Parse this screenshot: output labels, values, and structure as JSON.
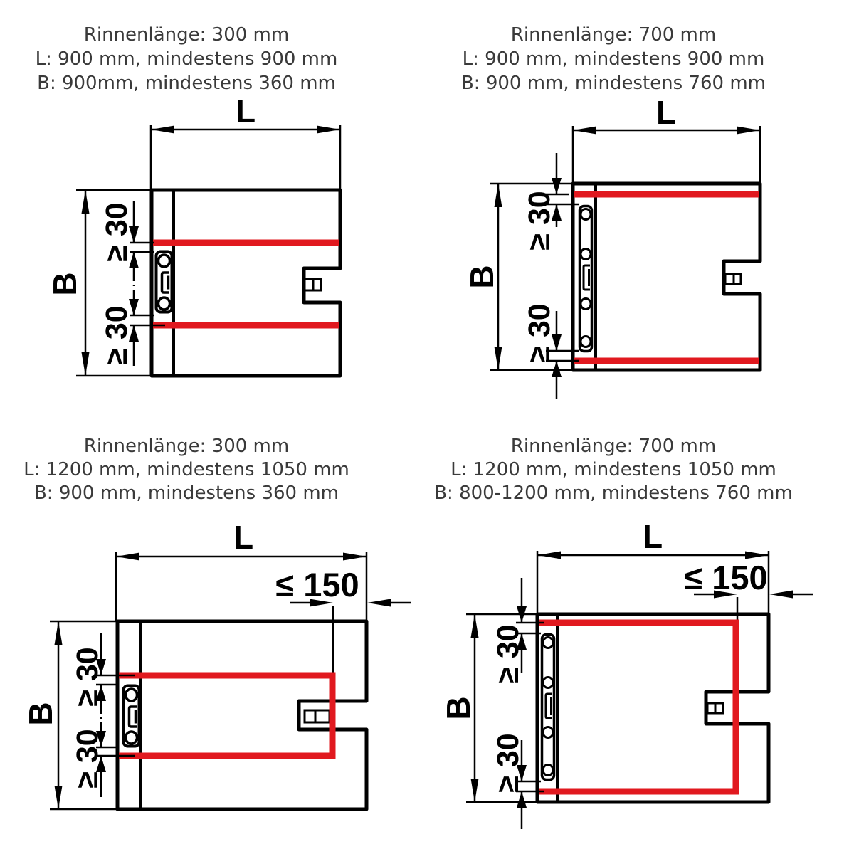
{
  "colors": {
    "line": "#000000",
    "cable_red": "#e1191f",
    "header_text": "#3a3a3a"
  },
  "symbols": {
    "drain_short": "drain-channel-300",
    "drain_long": "drain-channel-700",
    "heating_cable": "heating-cable"
  },
  "quadrants": [
    {
      "name": "top-left",
      "title_lines": [
        "Rinnenlänge: 300 mm",
        "L: 900 mm, mindestens 900 mm",
        "B: 900mm, mindestens 360 mm"
      ],
      "length_label": "L",
      "width_label": "B",
      "clearance_top": "≥ 30",
      "clearance_bottom": "≥ 30"
    },
    {
      "name": "top-right",
      "title_lines": [
        "Rinnenlänge: 700 mm",
        "L: 900 mm, mindestens 900 mm",
        "B: 900 mm, mindestens 760 mm"
      ],
      "length_label": "L",
      "width_label": "B",
      "clearance_top": "≥ 30",
      "clearance_bottom": "≥ 30"
    },
    {
      "name": "bottom-left",
      "title_lines": [
        "Rinnenlänge: 300 mm",
        "L: 1200 mm, mindestens 1050 mm",
        "B: 900 mm, mindestens 360 mm"
      ],
      "length_label": "L",
      "width_label": "B",
      "clearance_top": "≥ 30",
      "clearance_bottom": "≥ 30",
      "drain_offset_label": "≤ 150"
    },
    {
      "name": "bottom-right",
      "title_lines": [
        "Rinnenlänge: 700 mm",
        "L: 1200 mm, mindestens 1050 mm",
        "B: 800-1200 mm, mindestens 760 mm"
      ],
      "length_label": "L",
      "width_label": "B",
      "clearance_top": "≥ 30",
      "clearance_bottom": "≥ 30",
      "drain_offset_label": "≤ 150"
    }
  ]
}
